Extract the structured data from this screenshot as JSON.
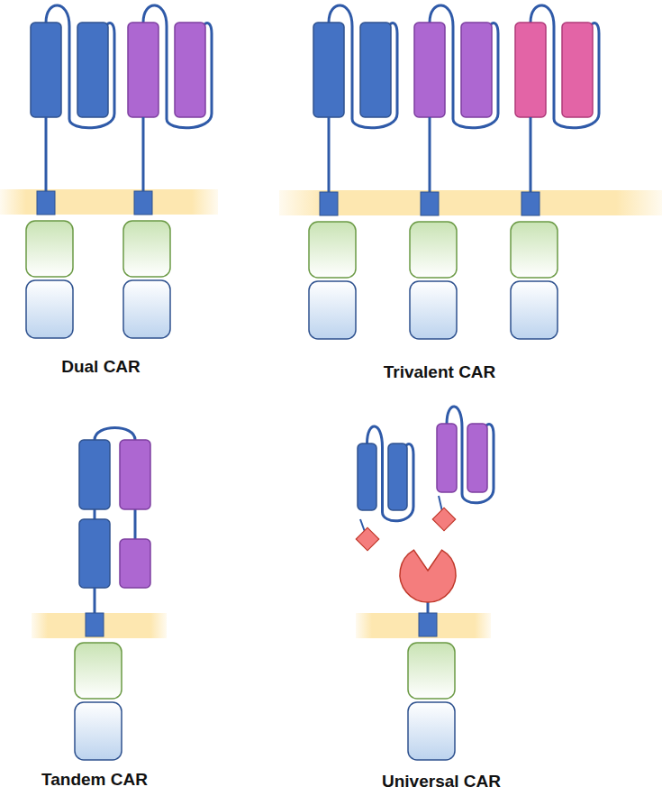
{
  "diagram": {
    "labels": [
      "Dual CAR",
      "Trivalent CAR",
      "Tandem CAR",
      "Universal CAR"
    ]
  }
}
